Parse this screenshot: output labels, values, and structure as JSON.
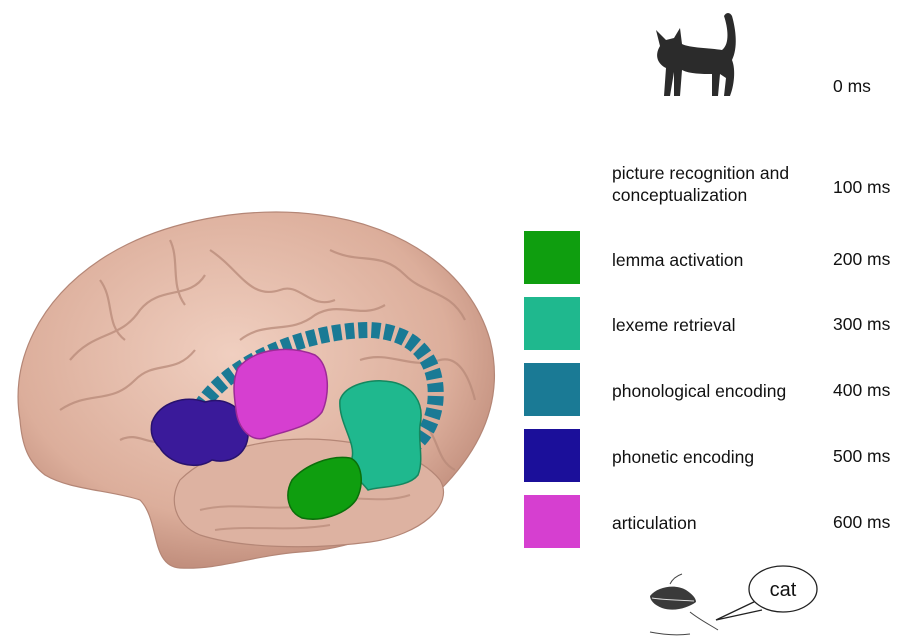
{
  "cat": {
    "time": "0 ms"
  },
  "stages": [
    {
      "label": "picture recognition and conceptualization",
      "time": "100 ms",
      "color": ""
    },
    {
      "label": "lemma activation",
      "time": "200 ms",
      "color": "#0f9e0f"
    },
    {
      "label": "lexeme retrieval",
      "time": "300 ms",
      "color": "#1fb88e"
    },
    {
      "label": "phonological encoding",
      "time": "400 ms",
      "color": "#1a7a95"
    },
    {
      "label": "phonetic encoding",
      "time": "500 ms",
      "color": "#1b0f9a"
    },
    {
      "label": "articulation",
      "time": "600 ms",
      "color": "#d63fd0"
    }
  ],
  "speech": {
    "word": "cat"
  },
  "colors": {
    "brain": "#e6bfae",
    "brain_shadow": "#c99d8c",
    "lemma": "#0f9e0f",
    "lexeme": "#1fb88e",
    "phonological": "#1a7a95",
    "phonetic": "#1b0f9a",
    "articulation": "#d63fd0"
  }
}
